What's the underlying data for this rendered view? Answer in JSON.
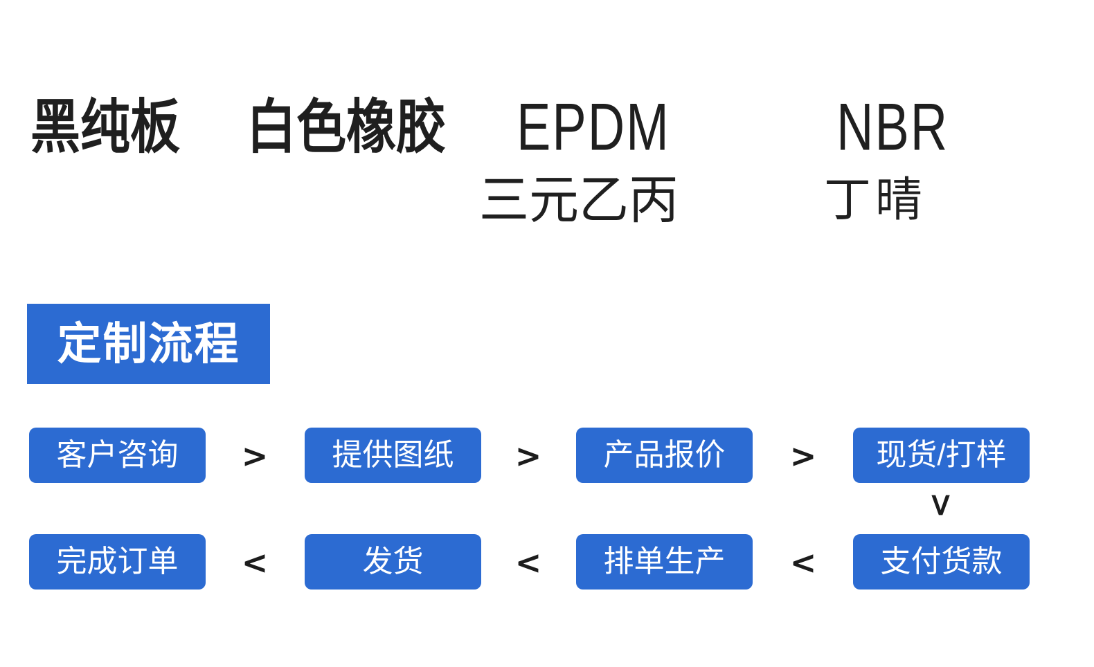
{
  "colors": {
    "accent_blue": "#2c6bd2",
    "text_dark": "#1f1f1f",
    "step_text": "#ffffff",
    "arrow_dark": "#1c1c1c",
    "background": "#ffffff"
  },
  "materials": {
    "row1": [
      {
        "label": "黑纯板"
      },
      {
        "label": "白色橡胶"
      },
      {
        "label": "EPDM"
      },
      {
        "label": "NBR"
      }
    ],
    "row2": [
      {
        "label": "三元乙丙"
      },
      {
        "label": "丁晴"
      }
    ]
  },
  "process": {
    "title": "定制流程",
    "row1_steps": [
      "客户咨询",
      "提供图纸",
      "产品报价",
      "现货/打样"
    ],
    "row2_steps": [
      "完成订单",
      "发货",
      "排单生产",
      "支付货款"
    ],
    "arrow_right_glyph": ">",
    "arrow_left_glyph": "<",
    "arrow_down_glyph": ">"
  }
}
